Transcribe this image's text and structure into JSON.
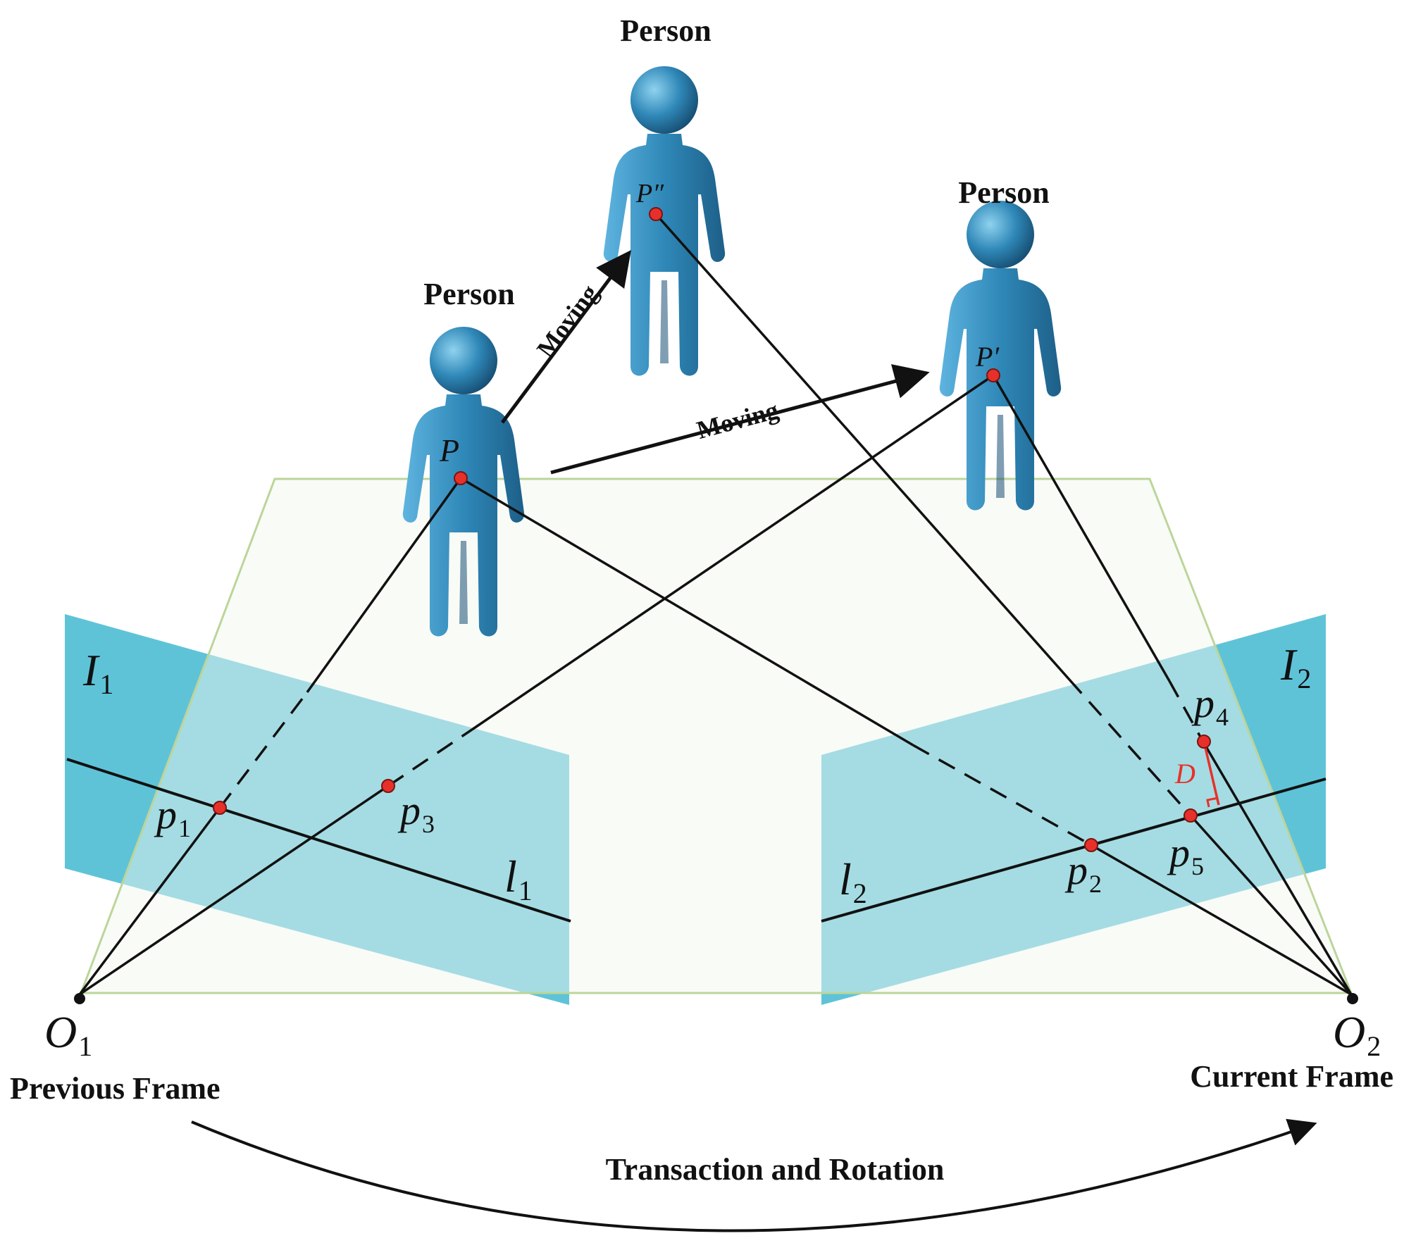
{
  "labels": {
    "person_left": "Person",
    "person_top": "Person",
    "person_right": "Person",
    "moving_1": "Moving",
    "moving_2": "Moving",
    "previous_frame": "Previous Frame",
    "current_frame": "Current Frame",
    "transaction": "Transaction and Rotation"
  },
  "math": {
    "P": "P",
    "P_double": "P″",
    "P_prime": "P′",
    "I1_base": "I",
    "I1_sub": "1",
    "I2_base": "I",
    "I2_sub": "2",
    "l1_base": "l",
    "l1_sub": "1",
    "l2_base": "l",
    "l2_sub": "2",
    "p1_base": "p",
    "p1_sub": "1",
    "p2_base": "p",
    "p2_sub": "2",
    "p3_base": "p",
    "p3_sub": "3",
    "p4_base": "p",
    "p4_sub": "4",
    "p5_base": "p",
    "p5_sub": "5",
    "O1_base": "O",
    "O1_sub": "1",
    "O2_base": "O",
    "O2_sub": "2",
    "D": "D"
  },
  "colors": {
    "image_plane": "#5fc3d8",
    "ground_plane_fill": "#f2f6ef",
    "ground_plane_stroke": "#bcd59a",
    "figure": "#2f88b8",
    "point": "#e8302a",
    "distance_mark": "#e8302a",
    "line": "#111111"
  }
}
